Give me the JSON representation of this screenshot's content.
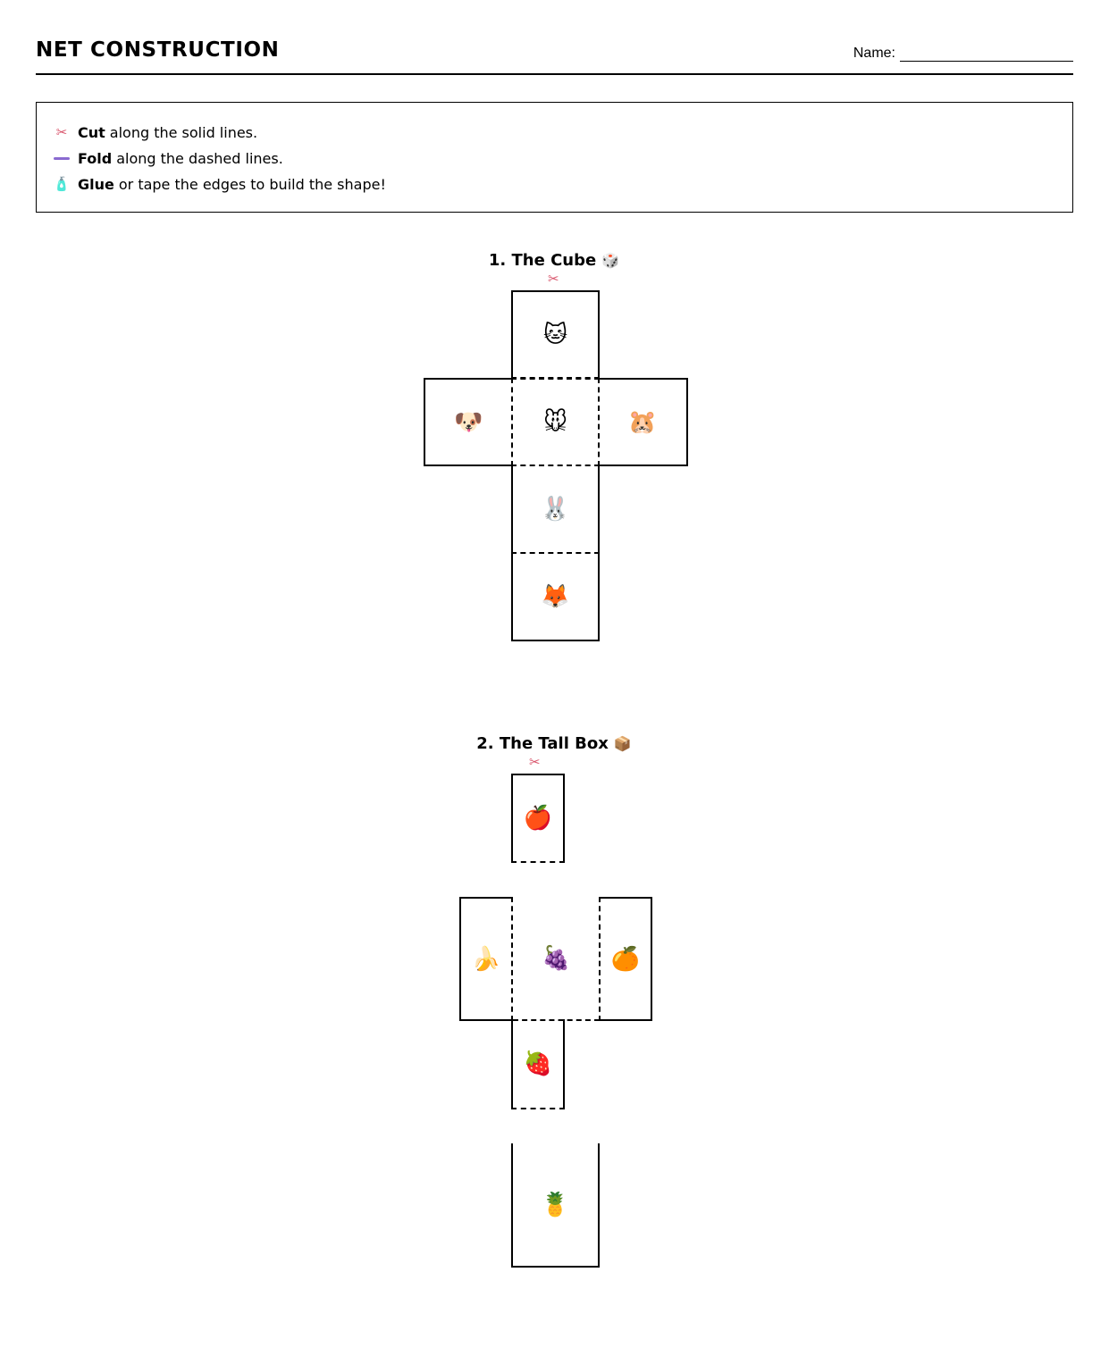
{
  "header": {
    "title": "NET CONSTRUCTION",
    "name_label": "Name:"
  },
  "instructions": [
    {
      "icon": "✂",
      "icon_name": "scissors-icon",
      "bold": "Cut",
      "text": "along the solid lines."
    },
    {
      "icon": "",
      "icon_name": "fold-line-icon",
      "bold": "Fold",
      "text": "along the dashed lines."
    },
    {
      "icon": "🧴",
      "icon_name": "glue-bottle-icon",
      "bold": "Glue",
      "text": "or tape the edges to build the shape!"
    }
  ],
  "colors": {
    "fold_line": "#8a6ad0",
    "scissors": "#d9546b",
    "border": "#000000"
  },
  "nets": [
    {
      "title": "1. The Cube",
      "title_emoji": "🎲",
      "cut_icon": "✂",
      "faces": [
        {
          "name": "cat",
          "emoji": "🐱"
        },
        {
          "name": "dog",
          "emoji": "🐶"
        },
        {
          "name": "mouse",
          "emoji": "🐭"
        },
        {
          "name": "hamster",
          "emoji": "🐹"
        },
        {
          "name": "rabbit",
          "emoji": "🐰"
        },
        {
          "name": "fox",
          "emoji": "🦊"
        }
      ]
    },
    {
      "title": "2. The Tall Box",
      "title_emoji": "📦",
      "cut_icon": "✂",
      "faces": [
        {
          "name": "apple",
          "emoji": "🍎"
        },
        {
          "name": "banana",
          "emoji": "🍌"
        },
        {
          "name": "grapes",
          "emoji": "🍇"
        },
        {
          "name": "orange",
          "emoji": "🍊"
        },
        {
          "name": "strawberry",
          "emoji": "🍓"
        },
        {
          "name": "pineapple",
          "emoji": "🍍"
        }
      ]
    }
  ]
}
